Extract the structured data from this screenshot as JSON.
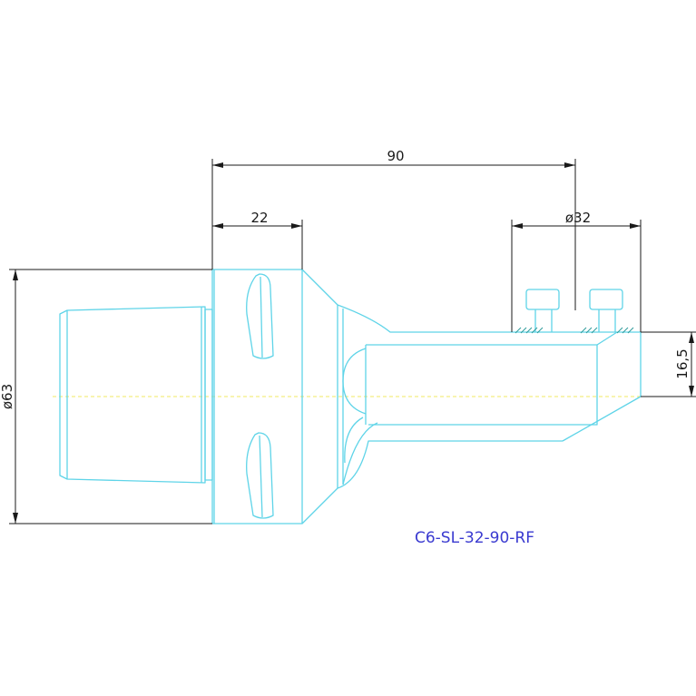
{
  "drawing": {
    "colors": {
      "background": "#ffffff",
      "part_outline": "#5fd4e8",
      "dimension_line": "#1a1a1a",
      "centerline": "#f0e860",
      "title": "#3a3ad0",
      "hatch": "#2e9a9a"
    },
    "dimensions": {
      "overall_length": "90",
      "flange_width": "22",
      "bore_diameter": "ø32",
      "shank_diameter": "ø63",
      "center_height": "16,5"
    },
    "part_code": "C6-SL-32-90-RF"
  }
}
